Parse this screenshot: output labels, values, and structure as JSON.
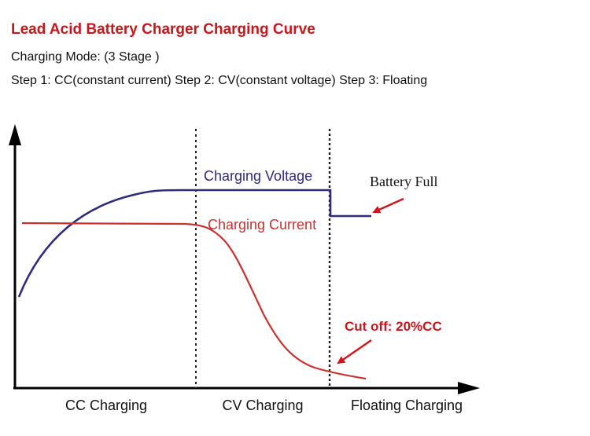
{
  "header": {
    "title": "Lead Acid Battery Charger Charging Curve",
    "mode": "Charging Mode: (3 Stage )",
    "steps": "Step 1: CC(constant current)  Step 2: CV(constant voltage) Step 3: Floating"
  },
  "diagram": {
    "voltage_label": "Charging Voltage",
    "current_label": "Charging Current",
    "battery_full_label": "Battery Full",
    "cutoff_label": "Cut off: 20%CC",
    "stages": [
      "CC Charging",
      "CV Charging",
      "Floating Charging"
    ]
  },
  "colors": {
    "title": "#c8161d",
    "voltage": "#2f2c7a",
    "current": "#c83232",
    "arrow": "#d4141c",
    "axis": "#000000"
  }
}
